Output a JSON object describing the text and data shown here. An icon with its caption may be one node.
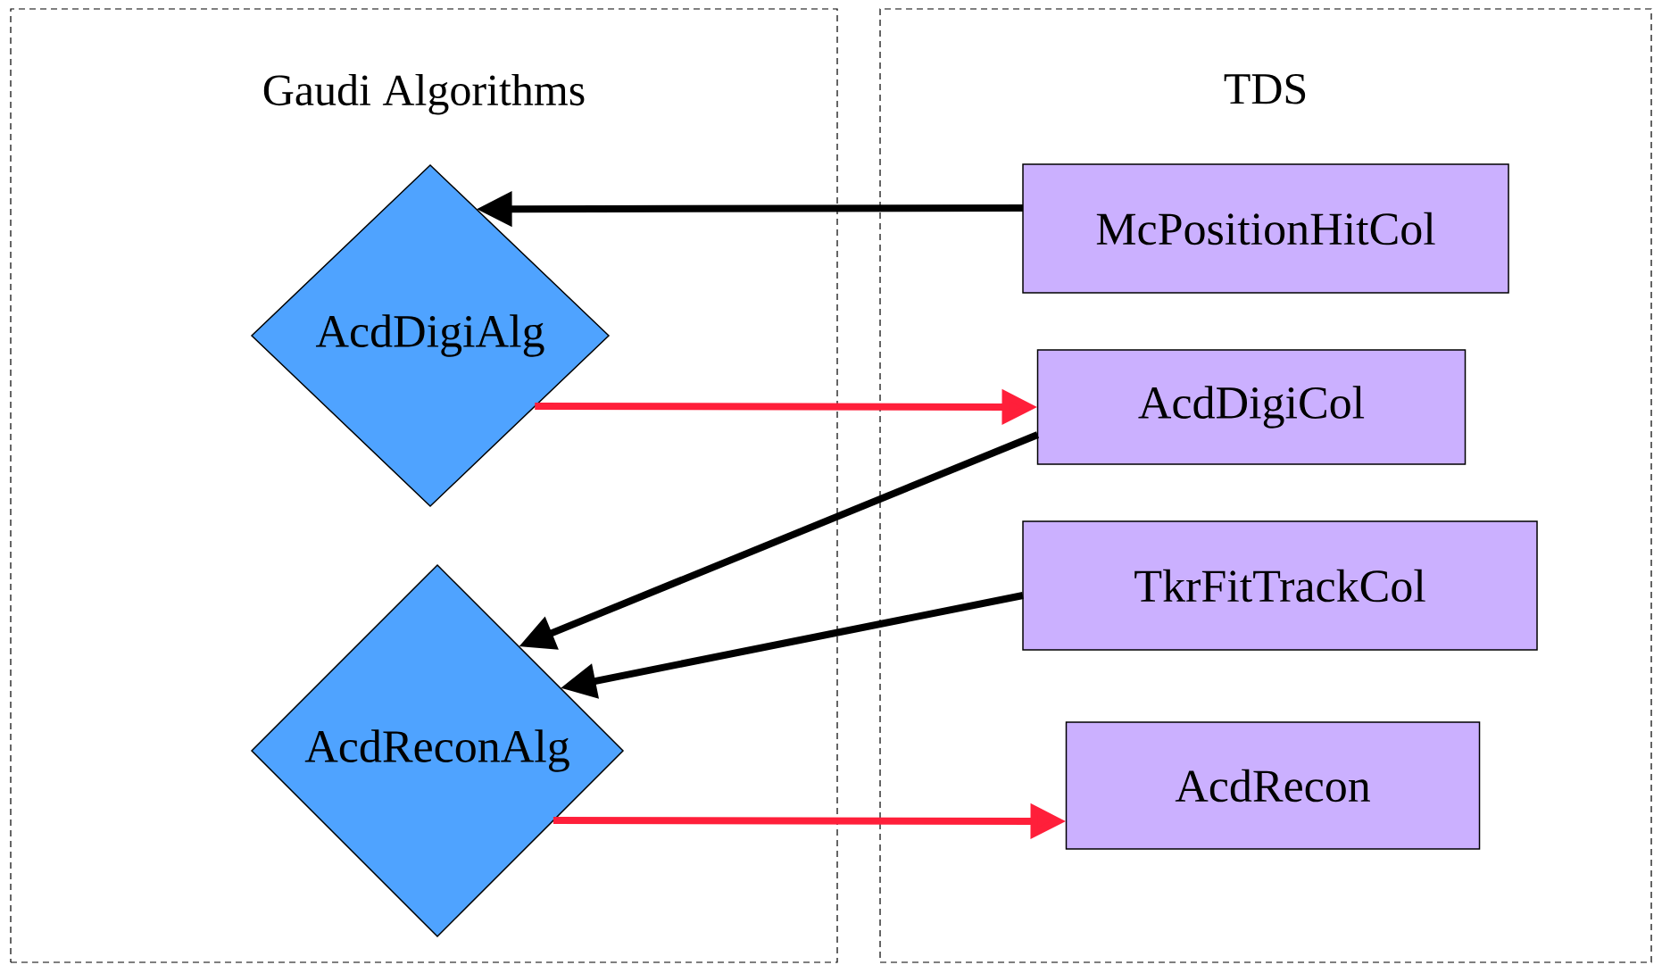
{
  "diagram": {
    "nodes": [
      {
        "text": [
          "Gaudi Algorithms"
        ]
      },
      {
        "text": [
          "TDS"
        ]
      },
      {
        "text": [
          "AcdDigiAlg"
        ],
        "in": 0
      },
      {
        "text": [
          "AcdReconAlg"
        ],
        "in": 0
      },
      {
        "text": [
          "McPositionHitCol"
        ],
        "in": 1
      },
      {
        "text": [
          "AcdDigiCol"
        ],
        "in": 1
      },
      {
        "text": [
          "TkrFitTrackCol"
        ],
        "in": 1
      },
      {
        "text": [
          "AcdRecon"
        ],
        "in": 1
      }
    ],
    "edges": [
      {
        "from": 4,
        "to": 2,
        "arrow": "to"
      },
      {
        "from": 2,
        "to": 5,
        "arrow": "to",
        "color": "#ff1f3a"
      },
      {
        "from": 5,
        "to": 3,
        "arrow": "to"
      },
      {
        "from": 6,
        "to": 3,
        "arrow": "to"
      },
      {
        "from": 3,
        "to": 7,
        "arrow": "to",
        "color": "#ff1f3a"
      }
    ]
  }
}
